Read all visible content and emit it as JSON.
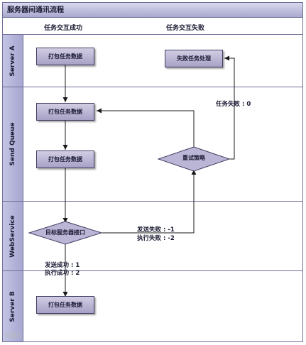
{
  "diagram": {
    "title": "服务器间通讯流程",
    "columns": [
      "任务交互成功",
      "任务交互失败"
    ],
    "lanes": [
      "Server A",
      "Send Queue",
      "WebService",
      "Server B"
    ],
    "nodes": {
      "server_a_pack": "打包任务数据",
      "failure_handle": "失败任务处理",
      "queue_pack_1": "打包任务数据",
      "queue_pack_2": "打包任务数据",
      "retry_decision": "重试策略",
      "target_interface": "目标服务器接口",
      "server_b_pack": "打包任务数据"
    },
    "edge_labels": {
      "task_failed": "任务失败 : 0",
      "send_failed": "发送失败 : -1",
      "exec_failed": "执行失败 : -2",
      "send_ok": "发送成功 : 1",
      "exec_ok": "执行成功 : 2"
    }
  },
  "watermark": "亿速云"
}
